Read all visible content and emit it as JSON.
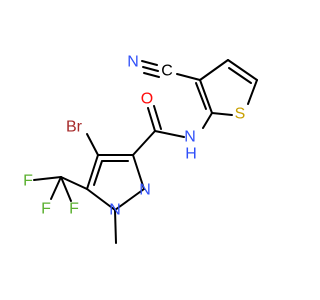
{
  "molecule": {
    "atoms": {
      "br": "Br",
      "o": "O",
      "n_amide": "N",
      "h_amide": "H",
      "n_nitrile": "N",
      "c_nitrile": "C",
      "s": "S",
      "n_ring1": "N",
      "n_ring2": "N",
      "f1": "F",
      "f2": "F",
      "f3": "F"
    },
    "colors": {
      "carbon": "#000000",
      "nitrogen": "#3050F8",
      "oxygen": "#FF0D0D",
      "sulfur": "#C8A000",
      "bromine": "#A62929",
      "fluorine": "#5BB030",
      "hydrogen": "#7F7F7F"
    }
  }
}
